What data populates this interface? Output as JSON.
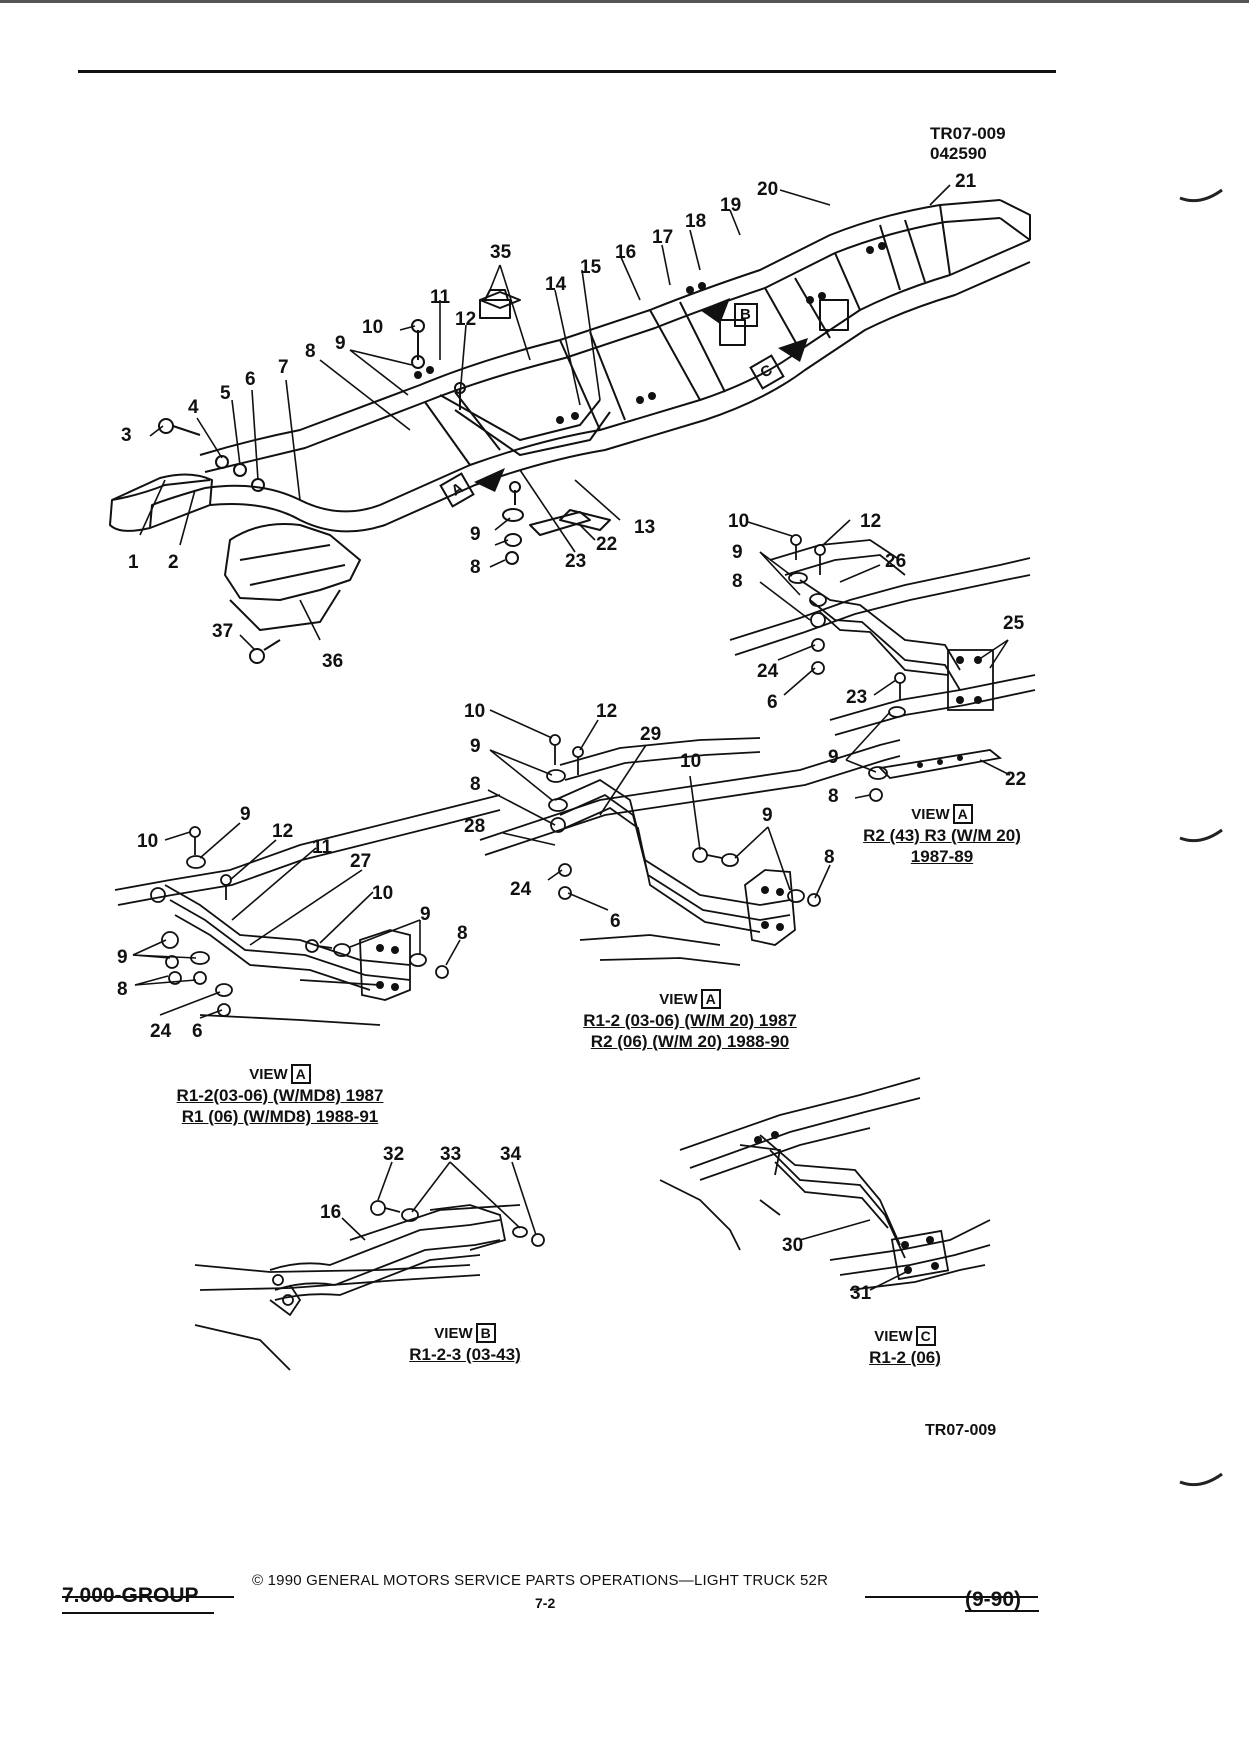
{
  "drawing_id": [
    "TR07-009",
    "042590"
  ],
  "drawing_id_bottom": "TR07-009",
  "main_callouts": [
    "1",
    "2",
    "3",
    "4",
    "5",
    "6",
    "7",
    "8",
    "9",
    "10",
    "11",
    "12",
    "13",
    "14",
    "15",
    "16",
    "17",
    "18",
    "19",
    "20",
    "21",
    "22",
    "23",
    "35",
    "36",
    "37"
  ],
  "main_view_markers": [
    "A",
    "B",
    "C"
  ],
  "views": {
    "a_right": {
      "callouts": [
        "10",
        "12",
        "9",
        "8",
        "26",
        "25",
        "24",
        "6",
        "23",
        "9",
        "8",
        "22"
      ],
      "title": "VIEW",
      "marker": "A",
      "caption_lines": [
        "R2 (43) R3 (W/M 20)",
        "1987-89"
      ]
    },
    "a_center": {
      "callouts": [
        "10",
        "12",
        "29",
        "9",
        "10",
        "8",
        "9",
        "28",
        "8",
        "24",
        "6"
      ],
      "title": "VIEW",
      "marker": "A",
      "caption_lines": [
        "R1-2 (03-06) (W/M 20) 1987",
        "R2 (06) (W/M 20) 1988-90"
      ]
    },
    "a_left": {
      "callouts": [
        "9",
        "10",
        "12",
        "11",
        "27",
        "10",
        "9",
        "8",
        "9",
        "8",
        "24",
        "6"
      ],
      "title": "VIEW",
      "marker": "A",
      "caption_lines": [
        "R1-2(03-06) (W/MD8) 1987",
        "R1 (06) (W/MD8) 1988-91"
      ]
    },
    "b": {
      "callouts": [
        "32",
        "33",
        "34",
        "16"
      ],
      "title": "VIEW",
      "marker": "B",
      "caption_lines": [
        "R1-2-3 (03-43)"
      ]
    },
    "c": {
      "callouts": [
        "30",
        "31"
      ],
      "title": "VIEW",
      "marker": "C",
      "caption_lines": [
        "R1-2 (06)"
      ]
    }
  },
  "footer": {
    "group": "7.000-GROUP",
    "copyright": "©  1990  GENERAL MOTORS SERVICE PARTS OPERATIONS—LIGHT TRUCK 52R",
    "page": "7-2",
    "revision": "(9-90)"
  }
}
